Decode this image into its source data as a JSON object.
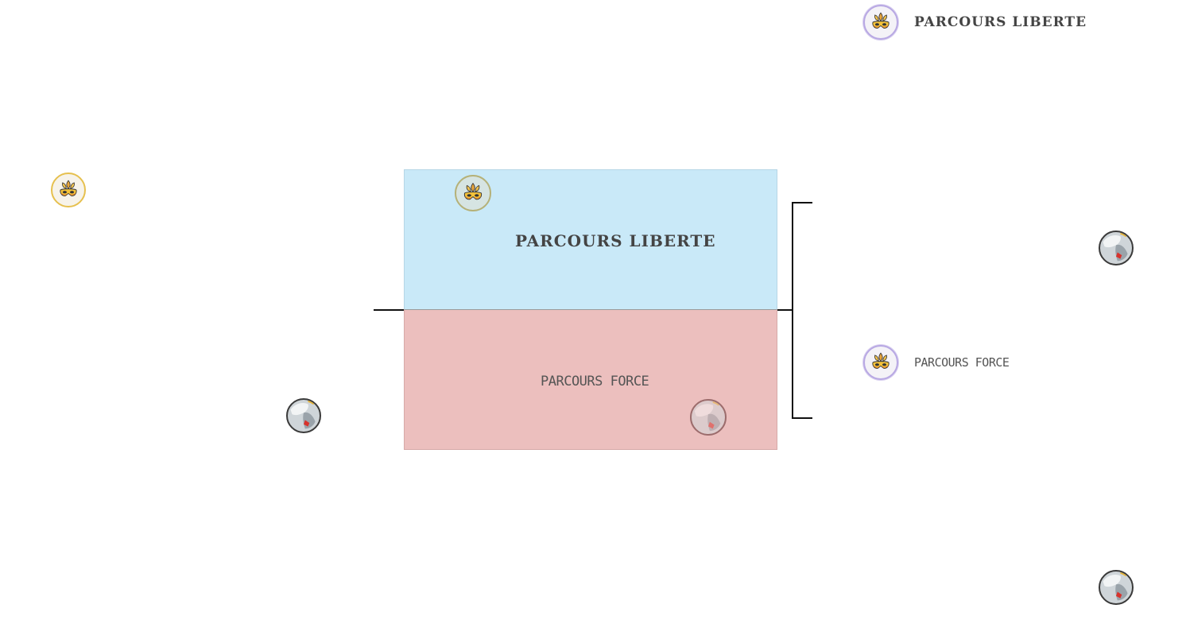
{
  "labels": {
    "liberte": "PARCOURS LIBERTE",
    "force": "PARCOURS FORCE"
  },
  "panels": {
    "top": {
      "label": "PARCOURS LIBERTE",
      "color": "#c9e9f8"
    },
    "bottom": {
      "label": "PARCOURS FORCE",
      "color": "#ecbfbe"
    }
  },
  "legend": {
    "items": [
      {
        "icon": "carnival-mask-icon",
        "label": "PARCOURS LIBERTE"
      },
      {
        "icon": "carnival-mask-icon",
        "label": "PARCOURS FORCE"
      }
    ]
  },
  "icons": {
    "mask": "carnival-mask-icon",
    "hammer": "hammer-icon"
  },
  "colors": {
    "liberte": "#c9e9f8",
    "force": "#ecbfbe",
    "connector": "#111111"
  }
}
